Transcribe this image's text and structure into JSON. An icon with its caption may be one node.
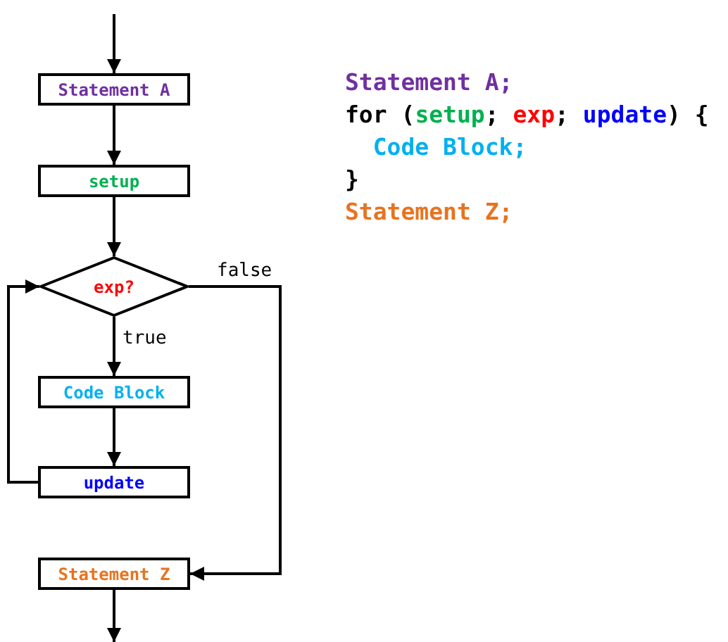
{
  "diagram": {
    "nodes": [
      {
        "text": [
          "Statement A"
        ]
      },
      {
        "text": [
          "setup"
        ]
      },
      {
        "text": [
          "exp?"
        ]
      },
      {
        "text": [
          "Code Block"
        ]
      },
      {
        "text": [
          "update"
        ]
      },
      {
        "text": [
          "Statement Z"
        ]
      }
    ],
    "edges": [
      {
        "from": null,
        "to": 0,
        "arrow": "to"
      },
      {
        "from": 0,
        "to": 1,
        "arrow": "to"
      },
      {
        "from": 1,
        "to": 2,
        "arrow": "to"
      },
      {
        "from": 2,
        "to": 3,
        "label": "true",
        "arrow": "to"
      },
      {
        "from": 3,
        "to": 4,
        "arrow": "to"
      },
      {
        "from": 4,
        "to": 2,
        "arrow": "to"
      },
      {
        "from": 2,
        "to": 5,
        "label": "false",
        "arrow": "to"
      },
      {
        "from": 5,
        "to": null,
        "arrow": "to"
      }
    ],
    "labels": [
      "Statement A;",
      "for (setup; exp; update) {",
      "Code Block;",
      "}",
      "Statement Z;"
    ]
  }
}
